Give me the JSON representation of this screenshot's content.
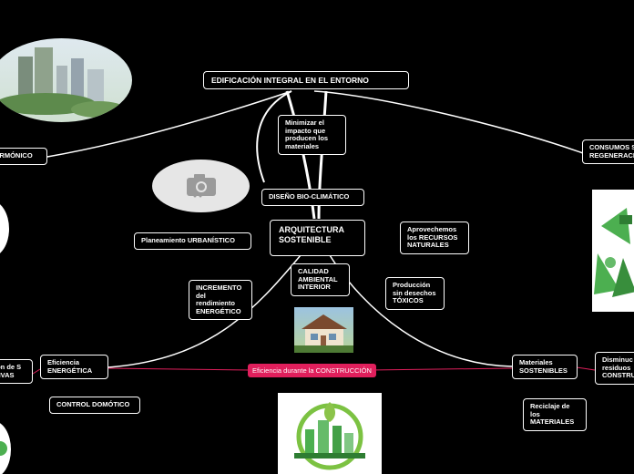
{
  "map": {
    "root": "EDIFICACIÓN INTEGRAL EN EL ENTORNO",
    "center": "ARQUITECTURA SOSTENIBLE",
    "left_edge_top": "ARMÓNICO",
    "right_edge_top": "CONSUMOS S REGENERACI",
    "minimizar": "Minimizar el impacto que producen los materiales",
    "bioclimatico": "DISEÑO BIO-CLIMÁTICO",
    "urbanistico": "Planeamiento URBANÍSTICO",
    "recursos": "Aprovechemos los RECURSOS NATURALES",
    "calidad": "CALIDAD AMBIENTAL INTERIOR",
    "incremento": "INCREMENTO del rendimiento ENERGÉTICO",
    "desechos": "Producción sin desechos TÓXICOS",
    "eficiencia_energetica": "Eficiencia ENERGÉTICA",
    "eficiencia_construccion": "Eficiencia durante la CONSTRUCCIÓN",
    "materiales": "Materiales SOSTENIBLES",
    "domotico": "CONTROL DOMÓTICO",
    "reciclaje": "Reciclaje de los MATERIALES",
    "left_edge_bottom": "ión de S TIVAS",
    "right_edge_bottom": "Disminuc residuos CONSTRU"
  },
  "colors": {
    "background": "#000000",
    "node_border": "#ffffff",
    "accent_pink": "#e01f5c",
    "recycle_green": "#4caf50"
  },
  "icons": {
    "placeholder": "camera-icon"
  }
}
